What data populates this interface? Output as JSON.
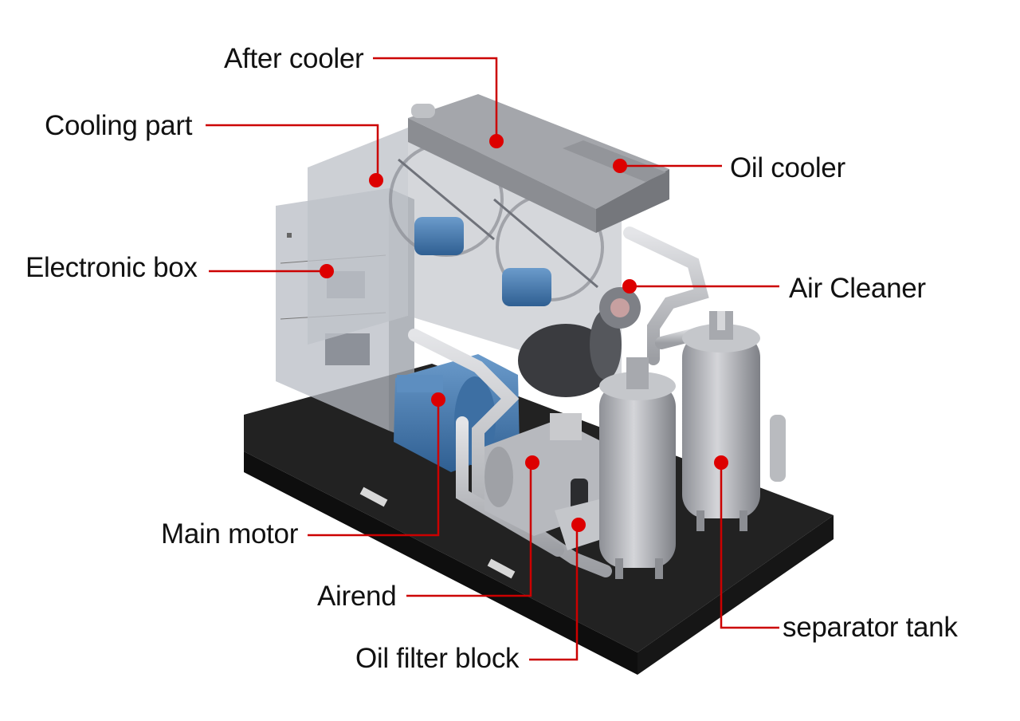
{
  "labels": {
    "after_cooler": "After cooler",
    "cooling_part": "Cooling part",
    "oil_cooler": "Oil cooler",
    "electronic_box": "Electronic box",
    "air_cleaner": "Air Cleaner",
    "main_motor": "Main motor",
    "airend": "Airend",
    "oil_filter_block": "Oil filter block",
    "separator_tank": "separator tank"
  },
  "colors": {
    "leader": "#cc0000",
    "marker": "#dd0000",
    "text": "#111111",
    "base": "#1c1c1c",
    "housing": "#a9abb1",
    "motor": "#4a7fb5",
    "tank": "#b3b5ba",
    "pipe": "#c8c9cc"
  }
}
